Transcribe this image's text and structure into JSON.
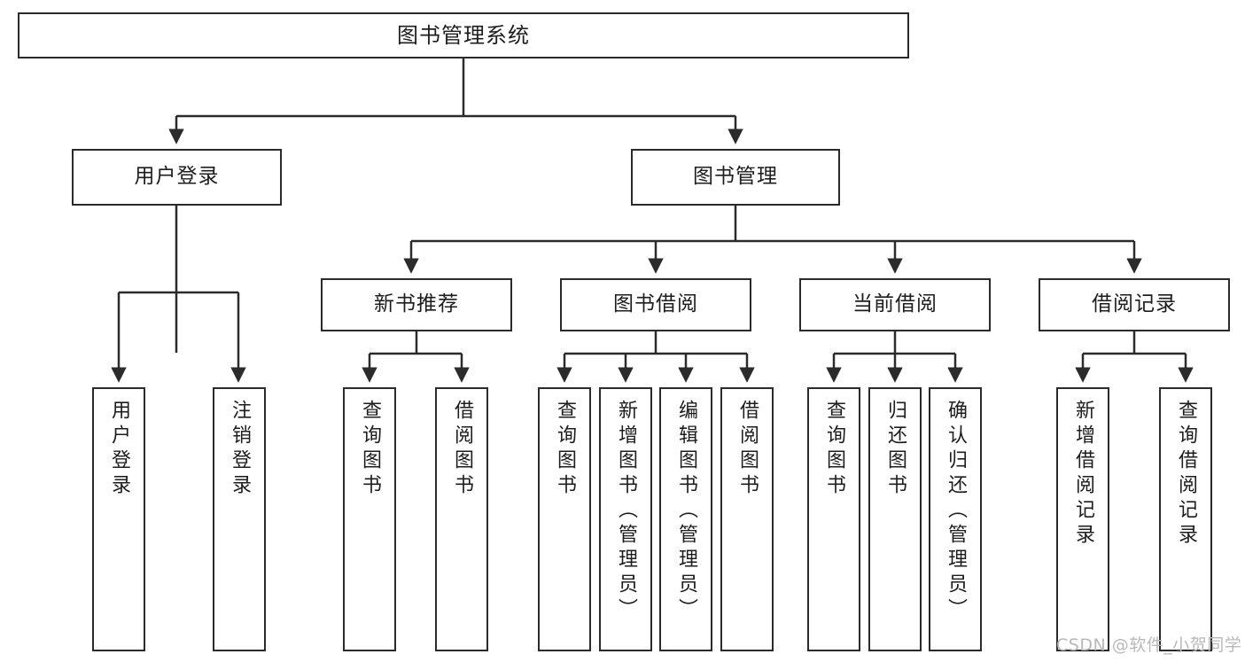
{
  "diagram": {
    "type": "tree-flowchart",
    "title": "图书管理系统",
    "root": {
      "label": "图书管理系统"
    },
    "level2": [
      {
        "id": "user-login",
        "label": "用户登录"
      },
      {
        "id": "book-management",
        "label": "图书管理"
      }
    ],
    "level3": [
      {
        "id": "new-book-recommend",
        "label": "新书推荐",
        "parent": "book-management"
      },
      {
        "id": "book-borrow",
        "label": "图书借阅",
        "parent": "book-management"
      },
      {
        "id": "current-borrow",
        "label": "当前借阅",
        "parent": "book-management"
      },
      {
        "id": "borrow-record",
        "label": "借阅记录",
        "parent": "book-management"
      }
    ],
    "leaves": [
      {
        "id": "leaf-user-login",
        "label": "用户登录",
        "parent": "user-login"
      },
      {
        "id": "leaf-logout",
        "label": "注销登录",
        "parent": "user-login"
      },
      {
        "id": "leaf-query-book-1",
        "label": "查询图书",
        "parent": "new-book-recommend"
      },
      {
        "id": "leaf-borrow-book-1",
        "label": "借阅图书",
        "parent": "new-book-recommend"
      },
      {
        "id": "leaf-query-book-2",
        "label": "查询图书",
        "parent": "book-borrow"
      },
      {
        "id": "leaf-add-book",
        "label": "新增图书（管理员）",
        "parent": "book-borrow"
      },
      {
        "id": "leaf-edit-book",
        "label": "编辑图书（管理员）",
        "parent": "book-borrow"
      },
      {
        "id": "leaf-borrow-book-2",
        "label": "借阅图书",
        "parent": "book-borrow"
      },
      {
        "id": "leaf-query-book-3",
        "label": "查询图书",
        "parent": "current-borrow"
      },
      {
        "id": "leaf-return-book",
        "label": "归还图书",
        "parent": "current-borrow"
      },
      {
        "id": "leaf-confirm-return",
        "label": "确认归还（管理员）",
        "parent": "current-borrow"
      },
      {
        "id": "leaf-add-record",
        "label": "新增借阅记录",
        "parent": "borrow-record"
      },
      {
        "id": "leaf-query-record",
        "label": "查询借阅记录",
        "parent": "borrow-record"
      }
    ]
  },
  "watermark": {
    "text": "CSDN @软件_小贺同学"
  },
  "colors": {
    "stroke": "#2b2b2b",
    "background": "#ffffff",
    "text": "#1d1d1d",
    "watermark": "#b9b9b9"
  }
}
